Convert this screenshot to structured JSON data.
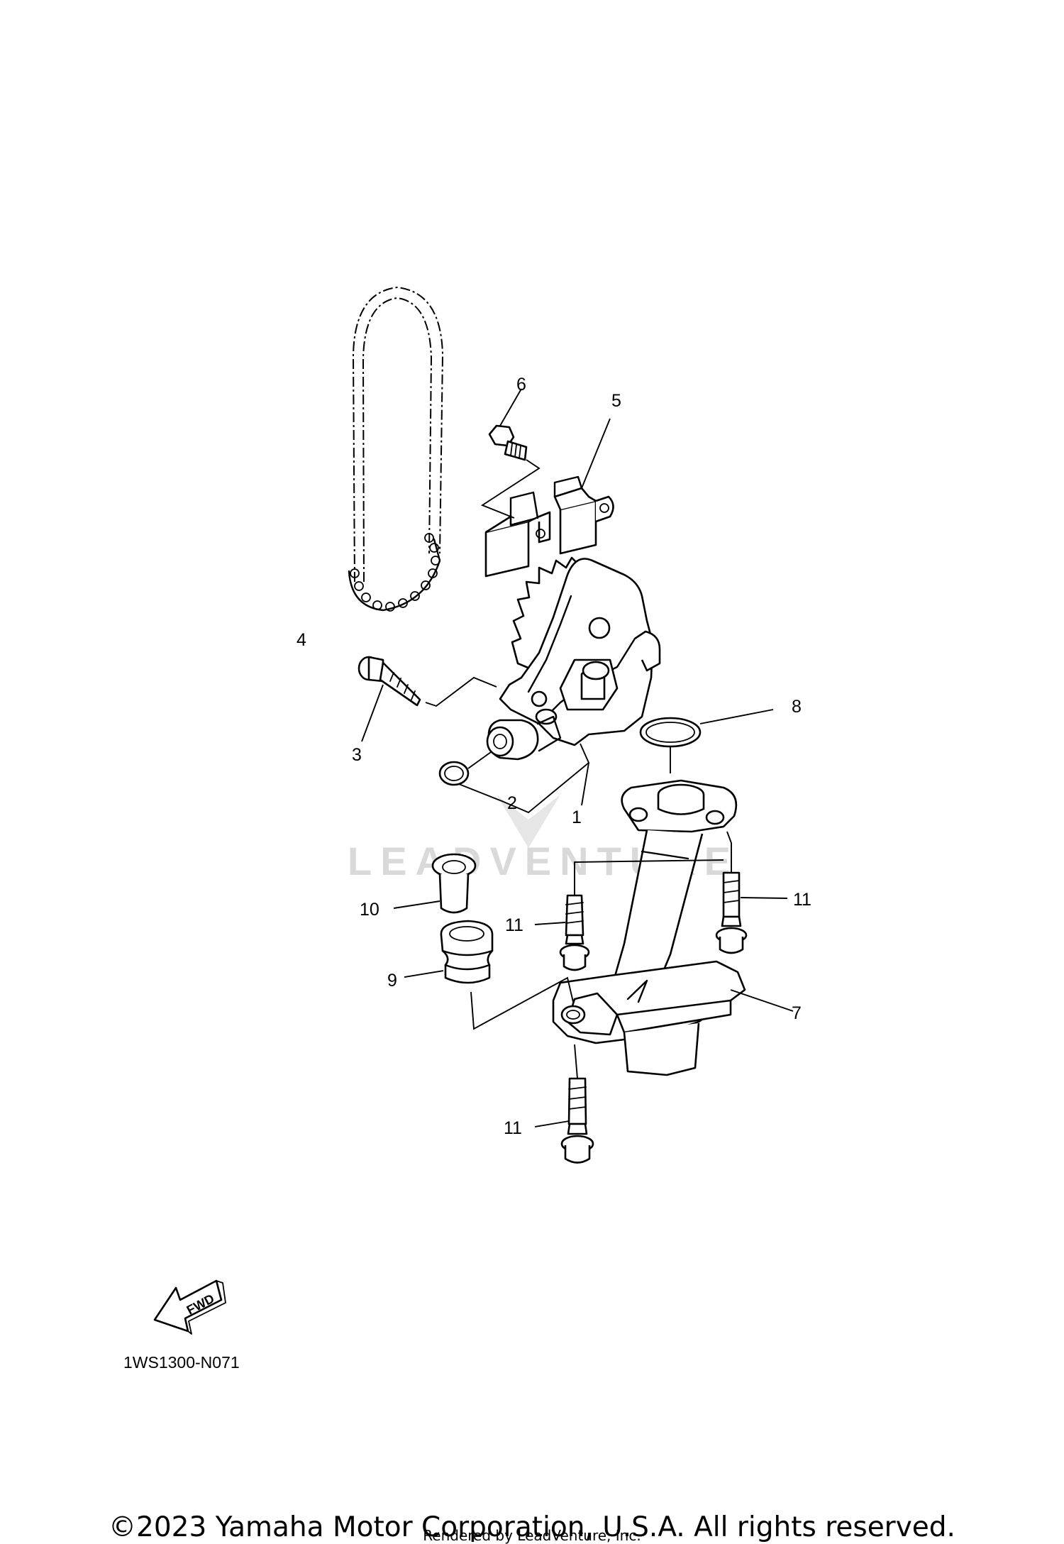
{
  "callouts": {
    "c1": "1",
    "c2": "2",
    "c3": "3",
    "c4": "4",
    "c5": "5",
    "c6": "6",
    "c7": "7",
    "c8": "8",
    "c9": "9",
    "c10": "10",
    "c11a": "11",
    "c11b": "11",
    "c11c": "11"
  },
  "watermark": "LEADVENTURE",
  "fwd_label": "FWD",
  "diagram_code": "1WS1300-N071",
  "copyright": "©2023 Yamaha Motor Corporation, U.S.A. All rights reserved.",
  "rendered_by": "Rendered by LeadVenture, Inc."
}
